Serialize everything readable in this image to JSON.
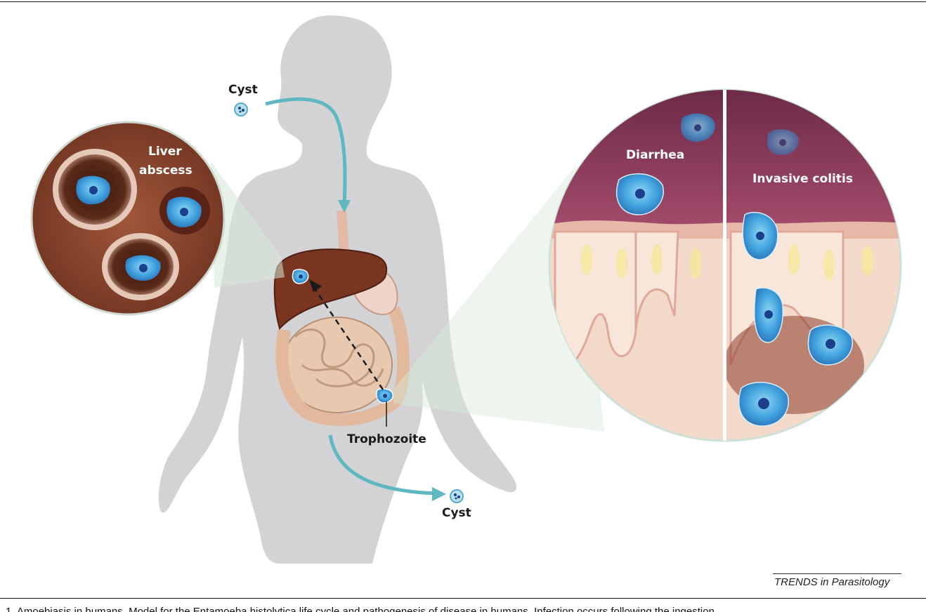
{
  "labels": {
    "cyst_top": "Cyst",
    "liver_abscess_1": "Liver",
    "liver_abscess_2": "abscess",
    "diarrhea": "Diarrhea",
    "invasive_colitis": "Invasive colitis",
    "trophozoite": "Trophozoite",
    "cyst_bottom": "Cyst"
  },
  "credit": "TRENDS in Parasitology",
  "caption": "1. Amoebiasis in humans. Model for the Entamoeba histolytica life cycle and pathogenesis of disease in humans. Infection occurs following the ingestion",
  "colors": {
    "silhouette": "#d3d3d6",
    "arrow": "#5fb8c0",
    "liver": "#7a3520",
    "colon_lumen": "#8a3a58",
    "tissue": "#f3d9c9",
    "amoeba": "#4aa9e0"
  }
}
